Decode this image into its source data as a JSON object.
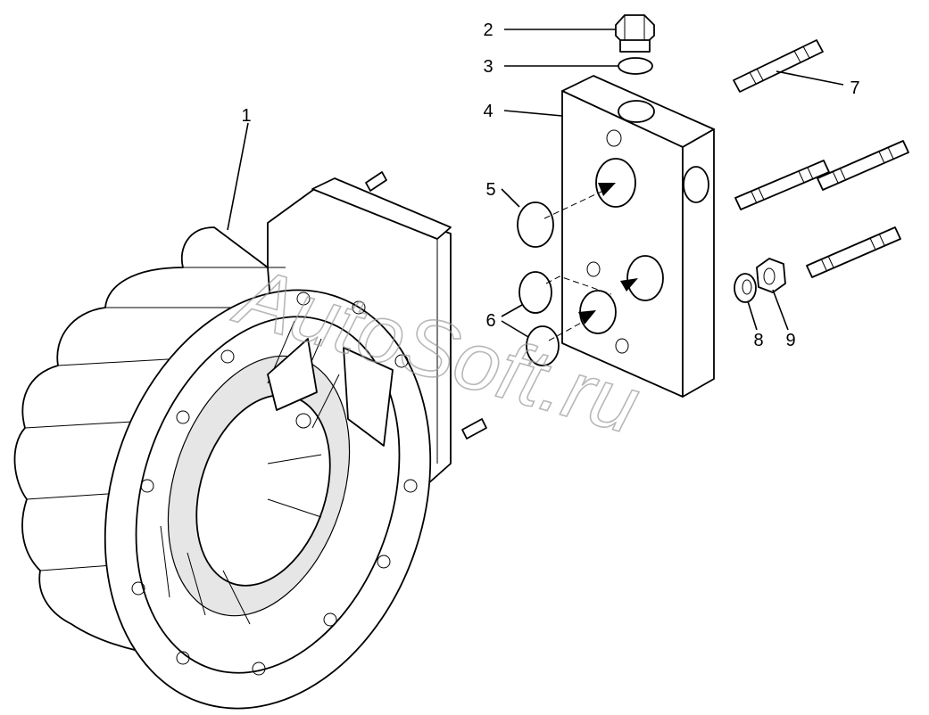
{
  "callouts": [
    "1",
    "2",
    "3",
    "4",
    "5",
    "6",
    "7",
    "8",
    "9"
  ],
  "watermark": "AutoSoft.ru",
  "colors": {
    "line": "#000000",
    "background": "#ffffff",
    "watermark": "#9a9a9a"
  }
}
